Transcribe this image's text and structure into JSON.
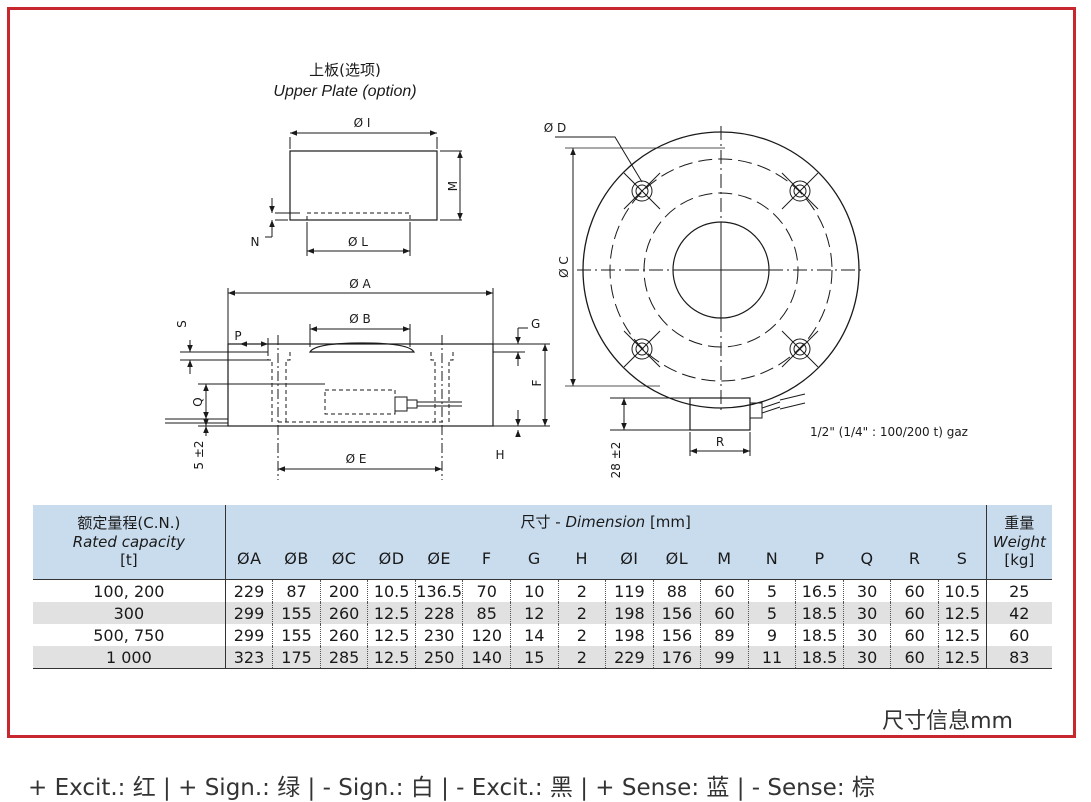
{
  "drawing": {
    "upper_plate_cn": "上板(选项)",
    "upper_plate_en": "Upper Plate (option)",
    "labels": {
      "A": "Ø A",
      "B": "Ø B",
      "C": "Ø C",
      "D": "Ø D",
      "E": "Ø E",
      "I": "Ø I",
      "L": "Ø L",
      "M": "M",
      "N": "N",
      "S": "S",
      "P": "P",
      "G": "G",
      "F": "F",
      "Q": "Q",
      "H": "H",
      "R": "R",
      "five": "5 ±2",
      "twentyeight": "28 ±2",
      "cable": "1/2\" (1/4\" : 100/200 t) gaz"
    }
  },
  "table": {
    "capacity_cn": "额定量程(C.N.)",
    "capacity_en": "Rated capacity",
    "capacity_unit": "[t]",
    "dim_cn": "尺寸",
    "dim_sep": " - ",
    "dim_en": "Dimension",
    "dim_unit": " [mm]",
    "weight_cn": "重量",
    "weight_en": "Weight",
    "weight_unit": "[kg]",
    "columns": [
      "ØA",
      "ØB",
      "ØC",
      "ØD",
      "ØE",
      "F",
      "G",
      "H",
      "ØI",
      "ØL",
      "M",
      "N",
      "P",
      "Q",
      "R",
      "S"
    ],
    "rows": [
      {
        "capacity": "100, 200",
        "values": [
          "229",
          "87",
          "200",
          "10.5",
          "136.5",
          "70",
          "10",
          "2",
          "119",
          "88",
          "60",
          "5",
          "16.5",
          "30",
          "60",
          "10.5"
        ],
        "weight": "25"
      },
      {
        "capacity": "300",
        "values": [
          "299",
          "155",
          "260",
          "12.5",
          "228",
          "85",
          "12",
          "2",
          "198",
          "156",
          "60",
          "5",
          "18.5",
          "30",
          "60",
          "12.5"
        ],
        "weight": "42"
      },
      {
        "capacity": "500, 750",
        "values": [
          "299",
          "155",
          "260",
          "12.5",
          "230",
          "120",
          "14",
          "2",
          "198",
          "156",
          "89",
          "9",
          "18.5",
          "30",
          "60",
          "12.5"
        ],
        "weight": "60"
      },
      {
        "capacity": "1 000",
        "values": [
          "323",
          "175",
          "285",
          "12.5",
          "250",
          "140",
          "15",
          "2",
          "229",
          "176",
          "99",
          "11",
          "18.5",
          "30",
          "60",
          "12.5"
        ],
        "weight": "83"
      }
    ]
  },
  "footnote": "尺寸信息mm",
  "wire_legend": "+ Excit.: 红 | + Sign.: 绿 | - Sign.: 白 | - Excit.: 黑 | + Sense: 蓝 | - Sense: 棕",
  "colors": {
    "border": "#c8282d",
    "header_bg": "#c9dcee",
    "alt_row": "#e1e1e1"
  }
}
